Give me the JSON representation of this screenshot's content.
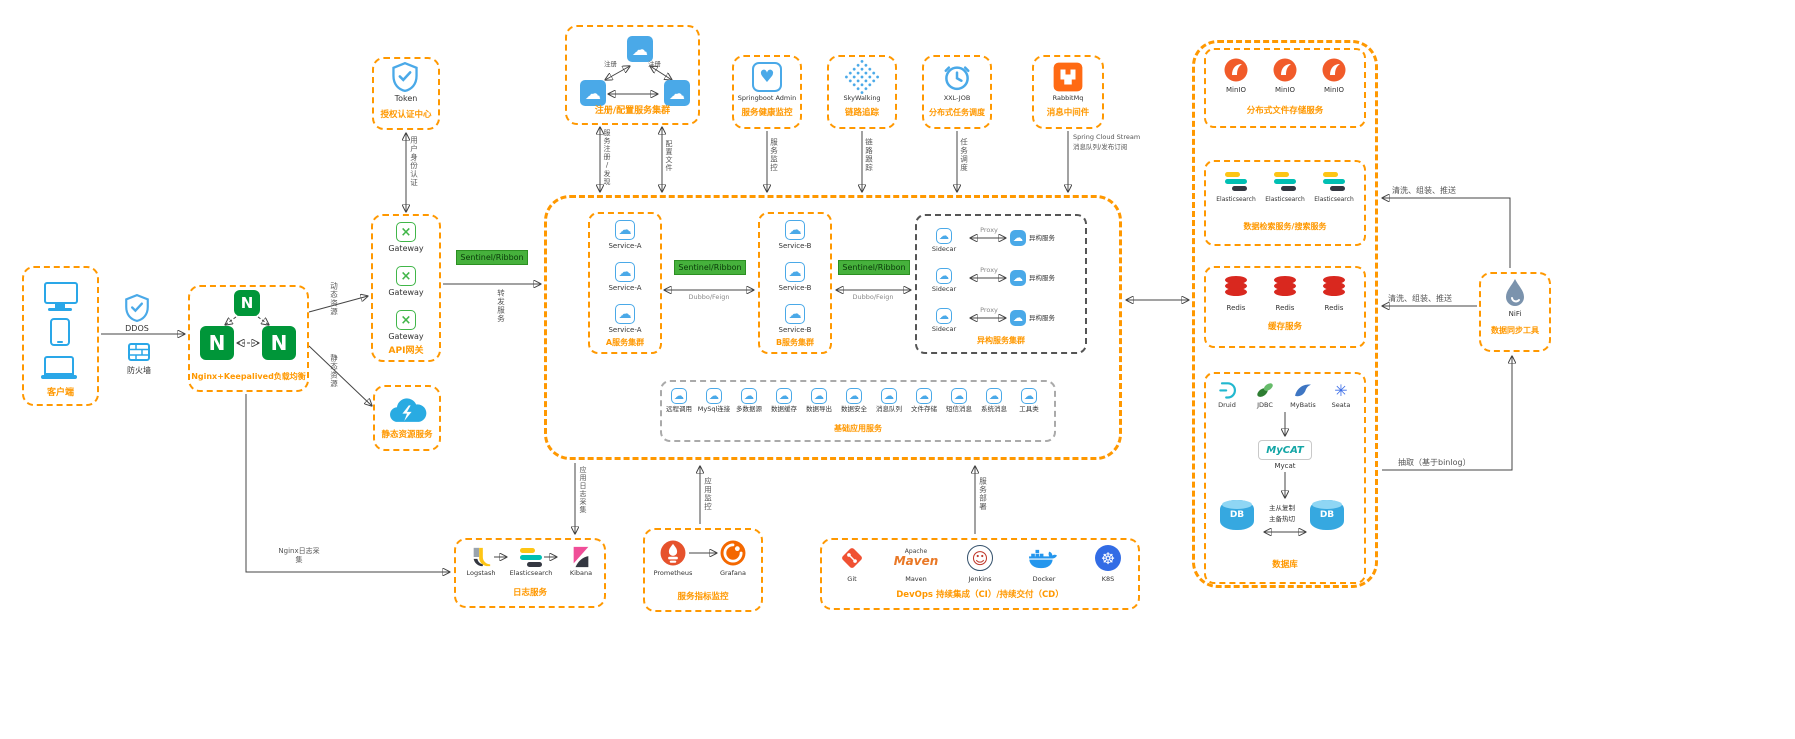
{
  "accent": "#ff9800",
  "icons": {
    "cloud": "☁",
    "close": "×",
    "heart": "♥",
    "wheel": "☸",
    "face": "☺",
    "asterisk": "✳",
    "letter_n": "N"
  },
  "client": {
    "title": "客户端"
  },
  "edge": {
    "ddos": "DDOS",
    "firewall": "防火墙",
    "dynamic": "动态资源",
    "static": "静态资源",
    "auth": "用户身份认证",
    "forward": "转发服务",
    "register_discover": "服务注册/发现",
    "config_file": "配置文件",
    "register": "注册",
    "service_monitor": "服务监控",
    "trace": "链路跟踪",
    "task": "任务调度",
    "stream_1": "Spring Cloud Stream",
    "stream_2": "消息队列/发布订阅",
    "app_log": "应用日志采集",
    "nginx_log": "Nginx日志采集",
    "app_monitor": "应用监控",
    "deploy": "服务部署",
    "clean_push": "清洗、组装、推送",
    "extract": "抽取（基于binlog）",
    "proxy": "Proxy",
    "dubbo": "Dubbo/Feign",
    "sentinel": "Sentinel/Ribbon"
  },
  "nginx": {
    "title": "Nginx+Keepalived负载均衡"
  },
  "auth_center": {
    "token": "Token",
    "title": "授权认证中心"
  },
  "gateway": {
    "item": "Gateway",
    "title": "API网关"
  },
  "static_server": {
    "title": "静态资源服务"
  },
  "registry": {
    "title": "注册/配置服务集群"
  },
  "monitor_boxes": [
    {
      "name": "Springboot Admin",
      "title": "服务健康监控"
    },
    {
      "name": "SkyWalking",
      "title": "链路追踪"
    },
    {
      "name": "XXL-JOB",
      "title": "分布式任务调度"
    },
    {
      "name": "RabbitMq",
      "title": "消息中间件"
    }
  ],
  "clusters": {
    "a": {
      "item": "Service-A",
      "title": "A服务集群"
    },
    "b": {
      "item": "Service-B",
      "title": "B服务集群"
    },
    "hetero": {
      "sidecar": "Sidecar",
      "service": "异构服务",
      "title": "异构服务集群"
    }
  },
  "base_services": {
    "title": "基础应用服务",
    "items": [
      "远程调用",
      "MySql连接",
      "多数据源",
      "数据缓存",
      "数据导出",
      "数据安全",
      "消息队列",
      "文件存储",
      "短信消息",
      "系统消息",
      "工具类"
    ]
  },
  "storage": {
    "minio": {
      "item": "MinIO",
      "title": "分布式文件存储服务"
    },
    "es": {
      "item": "Elasticsearch",
      "title": "数据检索服务/搜索服务"
    },
    "redis": {
      "item": "Redis",
      "title": "缓存服务"
    },
    "db": {
      "title": "数据库",
      "drivers": [
        "Druid",
        "JDBC",
        "MyBatis",
        "Seata"
      ],
      "mycat_logo": "MyCAT",
      "mycat": "Mycat",
      "db_label": "DB",
      "replication": "主从复制",
      "hot_standby": "主备热切"
    }
  },
  "nifi": {
    "name": "NiFi",
    "title": "数据同步工具"
  },
  "logs": {
    "title": "日志服务",
    "items": [
      "Logstash",
      "Elasticsearch",
      "Kibana"
    ]
  },
  "metrics": {
    "title": "服务指标监控",
    "items": [
      "Prometheus",
      "Grafana"
    ]
  },
  "devops": {
    "title": "DevOps 持续集成（CI）/持续交付（CD）",
    "items": [
      "Git",
      "Maven",
      "Jenkins",
      "Docker",
      "K8S"
    ],
    "maven_line1": "Apache",
    "maven_line2": "Maven"
  }
}
